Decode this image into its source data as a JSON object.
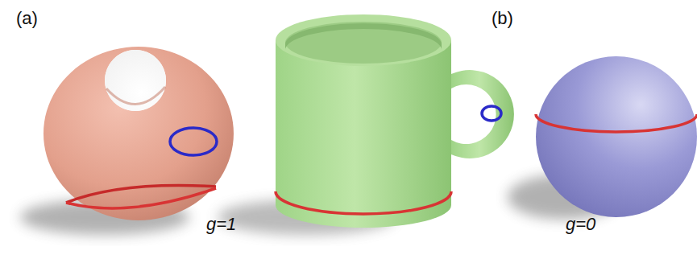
{
  "diagram": {
    "labels": [
      "(a)",
      "(b)",
      "g=1",
      "g=0"
    ]
  }
}
